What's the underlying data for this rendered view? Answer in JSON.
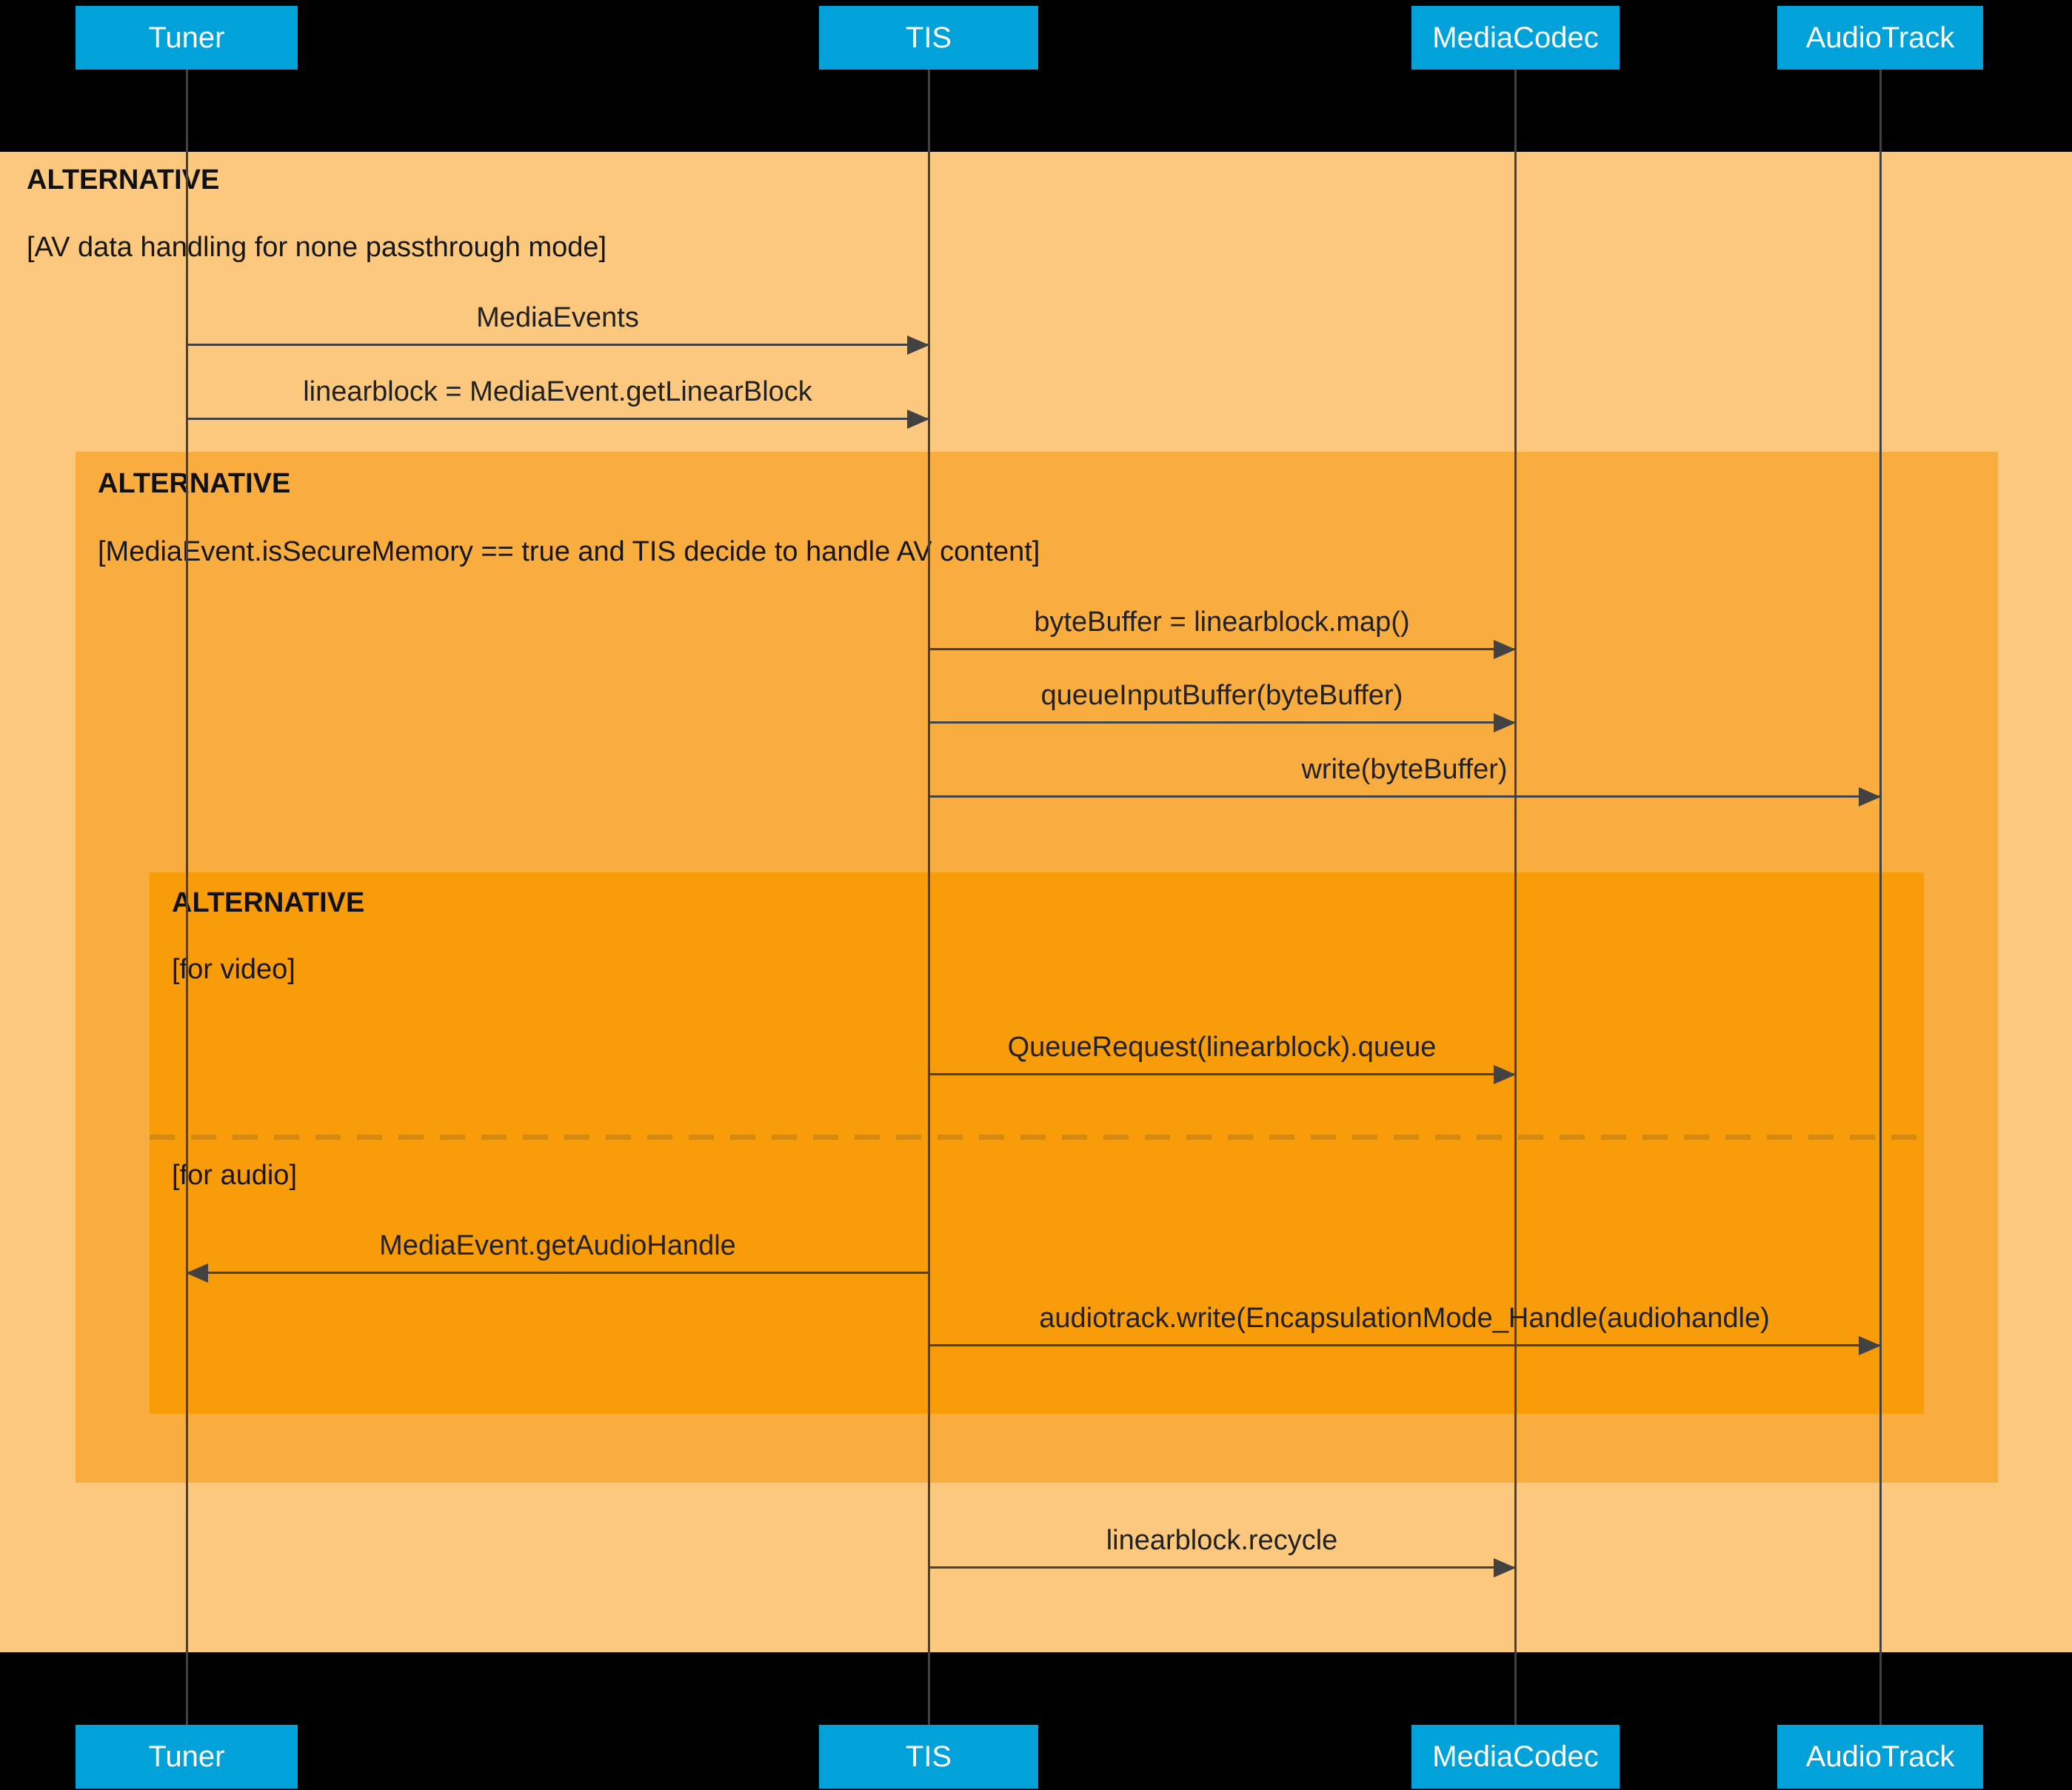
{
  "actors": [
    {
      "name": "Tuner"
    },
    {
      "name": "TIS"
    },
    {
      "name": "MediaCodec"
    },
    {
      "name": "AudioTrack"
    }
  ],
  "frames": [
    {
      "label": "ALTERNATIVE",
      "guard": "[AV data handling for none passthrough mode]"
    },
    {
      "label": "ALTERNATIVE",
      "guard": "[MediaEvent.isSecureMemory == true and TIS decide to handle AV content]"
    },
    {
      "label": "ALTERNATIVE",
      "guard": "[for video]",
      "divider_guard": "[for audio]"
    }
  ],
  "messages": [
    {
      "text": "MediaEvents",
      "from": "Tuner",
      "to": "TIS"
    },
    {
      "text": "linearblock = MediaEvent.getLinearBlock",
      "from": "Tuner",
      "to": "TIS"
    },
    {
      "text": "byteBuffer = linearblock.map()",
      "from": "TIS",
      "to": "MediaCodec"
    },
    {
      "text": "queueInputBuffer(byteBuffer)",
      "from": "TIS",
      "to": "MediaCodec"
    },
    {
      "text": "write(byteBuffer)",
      "from": "TIS",
      "to": "AudioTrack"
    },
    {
      "text": "QueueRequest(linearblock).queue",
      "from": "TIS",
      "to": "MediaCodec"
    },
    {
      "text": "MediaEvent.getAudioHandle",
      "from": "TIS",
      "to": "Tuner"
    },
    {
      "text": "audiotrack.write(EncapsulationMode_Handle(audiohandle)",
      "from": "TIS",
      "to": "AudioTrack"
    },
    {
      "text": "linearblock.recycle",
      "from": "TIS",
      "to": "MediaCodec"
    }
  ],
  "colors": {
    "header_bg": "#00A2D9",
    "actor_text": "#FFFFFF",
    "frame_outer": "#FBC87D",
    "frame_mid": "#FAAD3F",
    "frame_inner": "#F99C09",
    "divider": "#D5890F",
    "line": "#424242",
    "label_text": "#212121"
  }
}
